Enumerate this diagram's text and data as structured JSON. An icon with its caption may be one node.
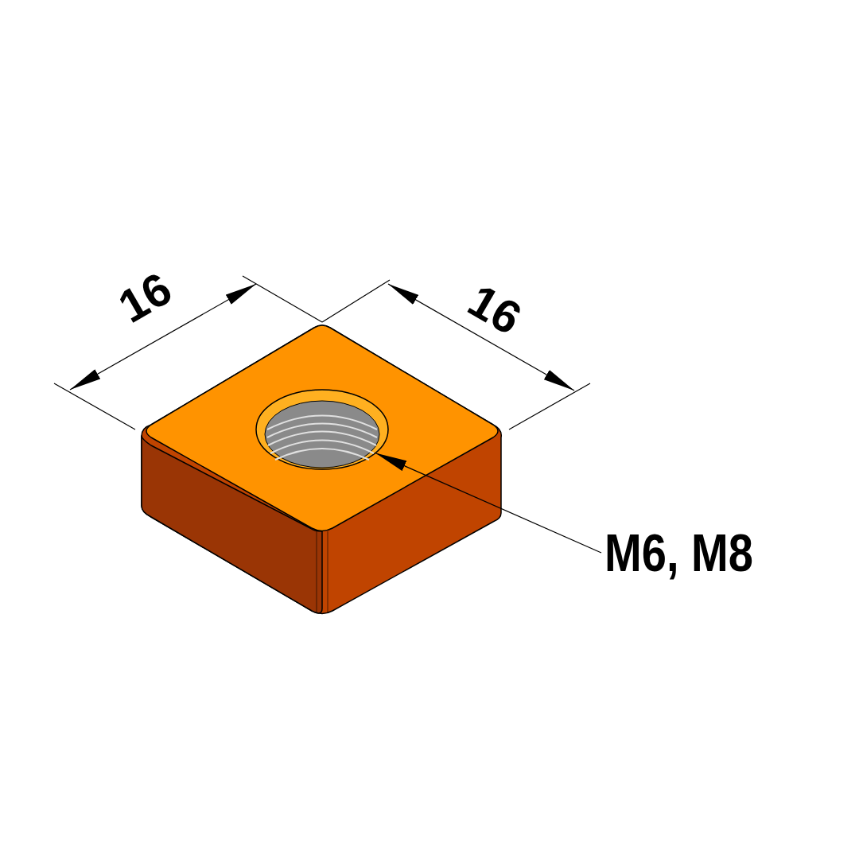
{
  "diagram": {
    "nodes": [
      {
        "text": [
          "M6, M8"
        ]
      },
      {
        "text": [],
        "shape": "circle"
      }
    ],
    "edges": [
      {
        "from": 0,
        "to": 1,
        "arrow": "to"
      }
    ],
    "labels": [
      "16",
      "16"
    ]
  }
}
